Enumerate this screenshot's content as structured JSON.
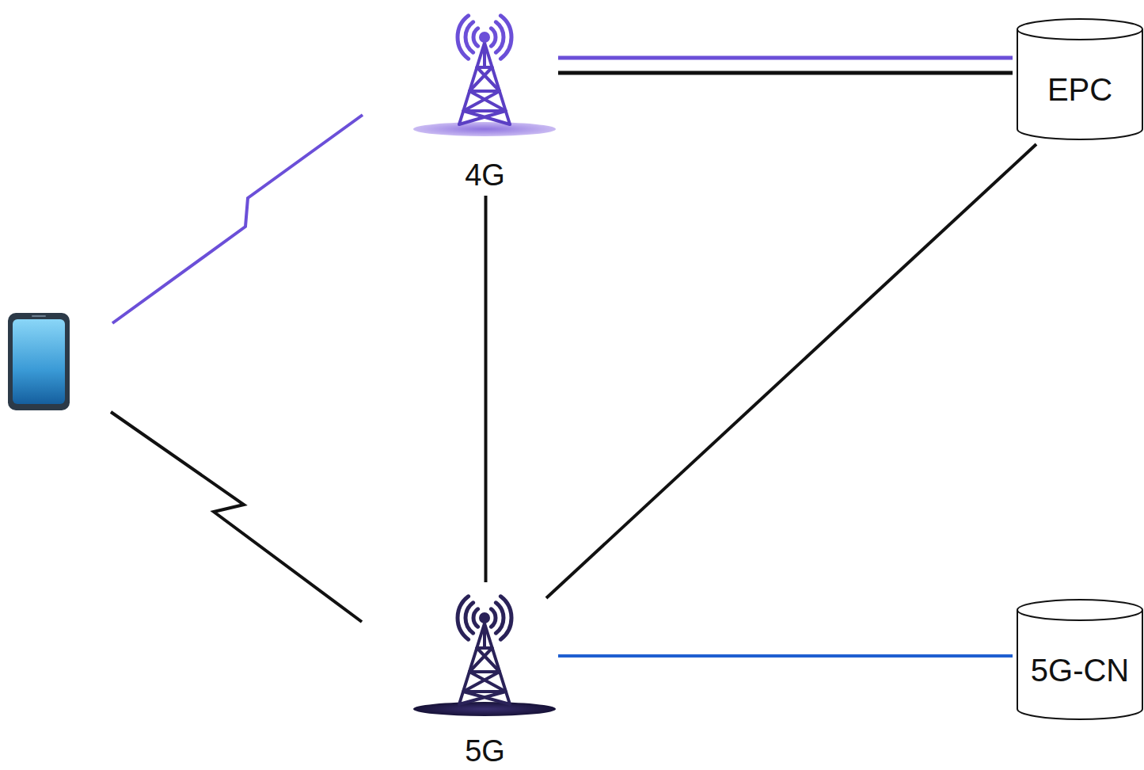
{
  "diagram": {
    "nodes": [
      {
        "text": [
          "4G"
        ]
      },
      {
        "text": [
          "EPC"
        ]
      },
      {
        "text": [
          "5G"
        ]
      },
      {
        "text": [
          "5G-CN"
        ]
      }
    ],
    "edges": [
      {
        "from": 0,
        "to": 1,
        "arrow": "none"
      },
      {
        "from": 0,
        "to": 1,
        "arrow": "none"
      },
      {
        "from": 0,
        "to": 2,
        "arrow": "none"
      },
      {
        "from": 1,
        "to": 2,
        "arrow": "none"
      },
      {
        "from": 2,
        "to": 3,
        "arrow": "none"
      }
    ]
  }
}
